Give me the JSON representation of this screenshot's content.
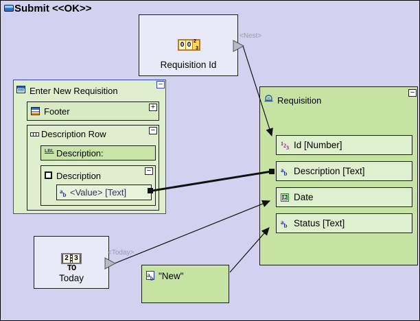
{
  "title": {
    "label": "Submit <<OK>>"
  },
  "ui": {
    "collapse_glyph": "−",
    "expand_glyph": "+"
  },
  "colors": {
    "canvas_bg": "#D2D2F0",
    "node_lavender": "#E9E9F8",
    "green_dark": "#C7E3A3",
    "green_pale": "#DFEECD",
    "green_mid": "#C9E3A8",
    "green_field": "#DFF0CE",
    "green_value": "#E7F3DB",
    "blue_border": "#3344CC",
    "port_gray": "#B8B8C8"
  },
  "icons": {
    "a": "a",
    "b": "b",
    "lbl": "LBL",
    "counter": {
      "d1": "0",
      "d2": "0",
      "num": "2",
      "den": "3"
    },
    "num123": {
      "d1": "1",
      "d2": "2",
      "d3": "3"
    },
    "date_digits": "12",
    "clock": {
      "d1": "2",
      "d2": "3"
    }
  },
  "nodes": {
    "requisition_id": {
      "label": "Requisition Id",
      "port_label": "<Nest>"
    },
    "enter_new_requisition": {
      "label": "Enter New Requisition",
      "footer": {
        "label": "Footer"
      },
      "description_row": {
        "label": "Description Row",
        "description_label": {
          "label": "Description:"
        },
        "description": {
          "label": "Description",
          "value": {
            "label": "<Value> [Text]"
          }
        }
      }
    },
    "requisition": {
      "label": "Requisition",
      "fields": [
        {
          "label": "Id [Number]"
        },
        {
          "label": "Description [Text]"
        },
        {
          "label": "Date"
        },
        {
          "label": "Status [Text]"
        }
      ]
    },
    "today": {
      "label": "Today",
      "to_label": "TO",
      "port_label": "<Today>"
    },
    "new_constant": {
      "label": "\"New\""
    }
  }
}
